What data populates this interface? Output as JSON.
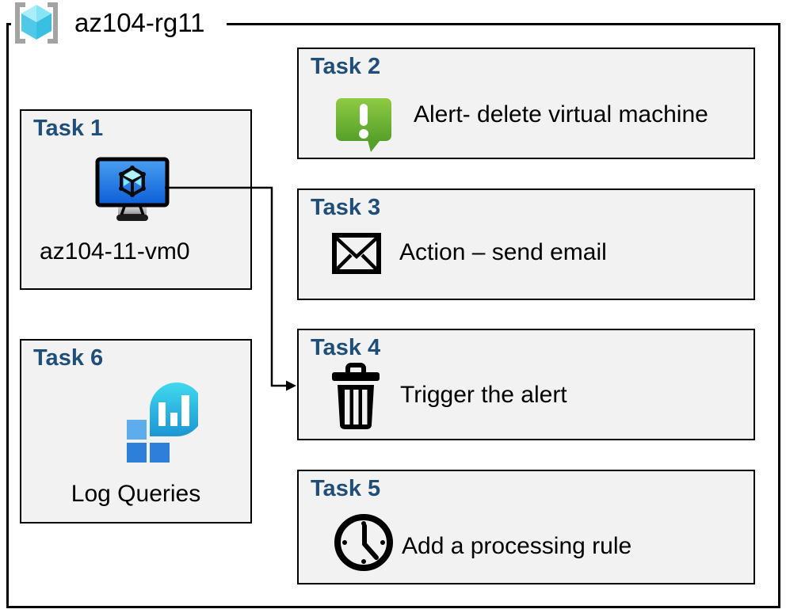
{
  "diagram": {
    "type": "azure-lab-architecture",
    "resource_group": {
      "name": "az104-rg11",
      "icon": "resource-group-icon"
    },
    "tasks": [
      {
        "id": "task1",
        "title": "Task 1",
        "label": "az104-11-vm0",
        "icon": "virtual-machine-icon"
      },
      {
        "id": "task2",
        "title": "Task 2",
        "label": "Alert- delete virtual machine",
        "icon": "alert-message-icon"
      },
      {
        "id": "task3",
        "title": "Task 3",
        "label": "Action – send email",
        "icon": "email-envelope-icon"
      },
      {
        "id": "task4",
        "title": "Task 4",
        "label": "Trigger the alert",
        "icon": "trash-delete-icon"
      },
      {
        "id": "task5",
        "title": "Task 5",
        "label": "Add a processing rule",
        "icon": "clock-icon"
      },
      {
        "id": "task6",
        "title": "Task 6",
        "label": "Log Queries",
        "icon": "log-queries-icon"
      }
    ],
    "connector": {
      "from": "task1-virtual-machine",
      "to": "task4",
      "style": "elbow-arrow"
    },
    "colors": {
      "task_title": "#1f4e79",
      "box_fill": "#f2f2f2",
      "box_border": "#000000",
      "alert_green_top": "#8fca43",
      "alert_green_bottom": "#55a02a",
      "vm_screen_top": "#4a9ff0",
      "vm_screen_bottom": "#0d5ed8",
      "log_bubble_top": "#41d8ee",
      "log_bubble_bottom": "#1b96d4",
      "log_square_light": "#5facec",
      "log_square_dark": "#2e7fd9",
      "rg_bracket_gray": "#a3a3a3",
      "rg_cube_cyan": "#6fdef2"
    }
  }
}
